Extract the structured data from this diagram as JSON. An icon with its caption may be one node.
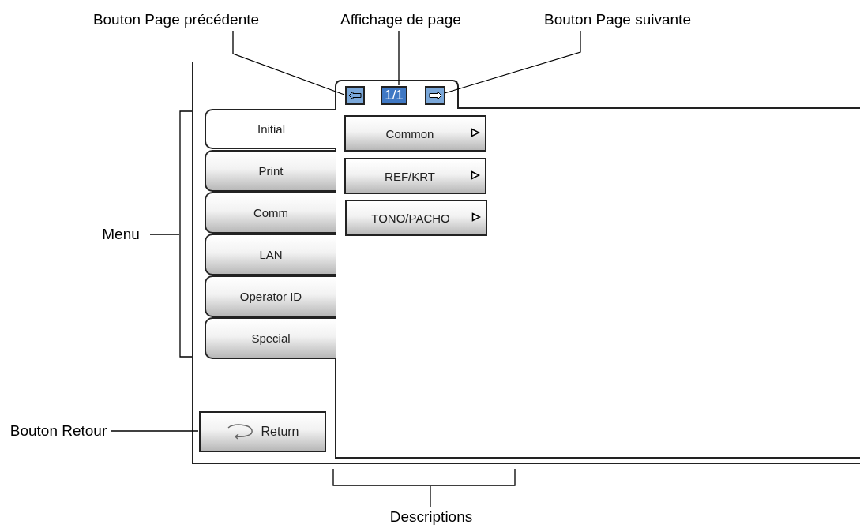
{
  "diagram": {
    "nodes": [
      {
        "text": [
          "Bouton Page précédente"
        ]
      },
      {
        "text": [
          "Affichage de page"
        ]
      },
      {
        "text": [
          "Bouton Page suivante"
        ]
      },
      {
        "text": [],
        "shape": "box"
      },
      {
        "text": [],
        "shape": "box",
        "in": 3
      },
      {
        "text": [
          "1/1"
        ],
        "in": 3
      },
      {
        "text": [],
        "shape": "box",
        "in": 3
      },
      {
        "text": [
          "Initial"
        ],
        "in": 3
      },
      {
        "text": [
          "Print"
        ],
        "in": 3
      },
      {
        "text": [
          "Comm"
        ],
        "in": 3
      },
      {
        "text": [
          "LAN"
        ],
        "in": 3
      },
      {
        "text": [
          "Operator ID"
        ],
        "in": 3
      },
      {
        "text": [
          "Special"
        ],
        "in": 3
      },
      {
        "text": [],
        "shape": "box",
        "in": 3
      },
      {
        "text": [
          "Common"
        ],
        "in": 13
      },
      {
        "text": [
          "REF/KRT"
        ],
        "in": 13
      },
      {
        "text": [
          "TONO/PACHO"
        ],
        "in": 13
      },
      {
        "text": [
          "Return"
        ],
        "in": 3
      },
      {
        "text": [
          "Menu"
        ]
      },
      {
        "text": [
          "Bouton Retour"
        ]
      },
      {
        "text": [
          "Descriptions"
        ]
      },
      {
        "text": [],
        "shape": "bracket"
      },
      {
        "text": [],
        "shape": "bracket"
      }
    ],
    "edges": [
      {
        "from": 0,
        "to": 4,
        "arrow": "none"
      },
      {
        "from": 1,
        "to": 5,
        "arrow": "none"
      },
      {
        "from": 2,
        "to": 6,
        "arrow": "none"
      },
      {
        "from": 18,
        "to": 21,
        "arrow": "none"
      },
      {
        "from": 19,
        "to": 17,
        "arrow": "none"
      },
      {
        "from": 20,
        "to": 22,
        "arrow": "none"
      }
    ]
  }
}
